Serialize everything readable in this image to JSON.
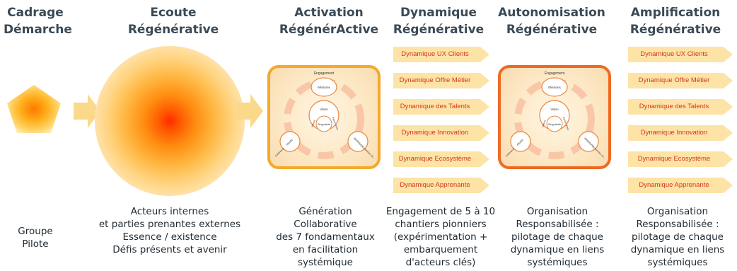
{
  "stages": [
    {
      "title": [
        "Cadrage",
        "Démarche"
      ],
      "desc": [
        "Groupe",
        "Pilote"
      ]
    },
    {
      "title": [
        "Ecoute",
        "Régénérative"
      ],
      "desc": [
        "Acteurs internes",
        "et parties prenantes externes",
        "Essence / existence",
        "Défis présents et avenir"
      ]
    },
    {
      "title": [
        "Activation",
        "RégénérActive"
      ],
      "desc": [
        "Génération",
        "Collaborative",
        "des 7 fondamentaux",
        "en facilitation",
        "systémique"
      ]
    },
    {
      "title": [
        "Dynamique",
        "Régénérative"
      ],
      "desc": [
        "Engagement de 5 à 10",
        "chantiers pionniers",
        "(expérimentation +",
        "embarquement",
        "d'acteurs clés)"
      ]
    },
    {
      "title": [
        "Autonomisation",
        "Régénérative"
      ],
      "desc": [
        "Organisation",
        "Responsabilisée :",
        "pilotage de chaque",
        "dynamique en liens",
        "systémiques"
      ]
    },
    {
      "title": [
        "Amplification",
        "Régénérative"
      ],
      "desc": [
        "Organisation",
        "Responsabilisée :",
        "pilotage de chaque",
        "dynamique en liens",
        "systémiques"
      ]
    }
  ],
  "dynamiques": [
    "Dynamique UX Clients",
    "Dynamique Offre Métier",
    "Dynamique des Talents",
    "Dynamique Innovation",
    "Dynamique Ecosystème",
    "Dynamique Apprenante"
  ],
  "fondamentaux": {
    "engagement": "Engagement",
    "missions": "Missions",
    "vision": "Vision",
    "singularite": "Singularité",
    "valeurs": "Valeurs",
    "raison": "Raison d'être",
    "atouts": "Atouts",
    "ambitions": "Ambitions",
    "eco": "Eco",
    "coherence": "Cohérence",
    "dynamique": "Dynamique de..."
  },
  "colors": {
    "title": "#3a4a56",
    "arrow_fill": "#fde3a6",
    "arrow_text": "#d2381f",
    "frame_activation": "#f3a92c",
    "frame_autonomisation": "#ee6a22",
    "glow_center": "#ff3000"
  }
}
